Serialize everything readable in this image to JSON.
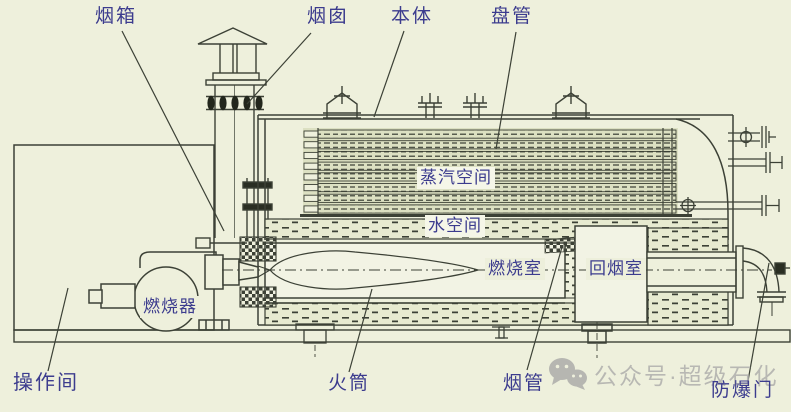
{
  "diagram": {
    "labels": {
      "smoke_box": "烟箱",
      "chimney": "烟囱",
      "body": "本体",
      "coil_pipe": "盘管",
      "steam_space": "蒸汽空间",
      "water_space": "水空间",
      "combustion_chamber": "燃烧室",
      "return_smoke_chamber": "回烟室",
      "burner": "燃烧器",
      "operation_room": "操作间",
      "fire_tube": "火筒",
      "smoke_tube": "烟管",
      "explosion_proof_door": "防爆门"
    },
    "colors": {
      "background": "#eef0dc",
      "line": "#3c4136",
      "label_text": "#3c3c8e",
      "watermark": "#b6b6b1"
    }
  },
  "watermark": {
    "icon": "wechat-icon",
    "text": "公众号·超级石化"
  }
}
